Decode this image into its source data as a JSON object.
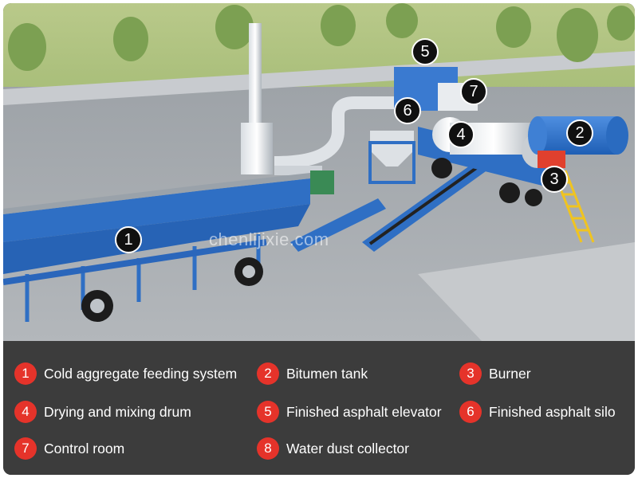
{
  "watermark": "chenlijixie.com",
  "colors": {
    "badge": "#e5332a",
    "legend_bg": "#3c3c3c",
    "marker_bg": "#101010",
    "machine_blue": "#2f6fc4"
  },
  "markers": [
    "1",
    "2",
    "3",
    "4",
    "5",
    "6",
    "7"
  ],
  "legend": [
    {
      "number": "1",
      "label": "Cold aggregate feeding system"
    },
    {
      "number": "2",
      "label": "Bitumen tank"
    },
    {
      "number": "3",
      "label": "Burner"
    },
    {
      "number": "4",
      "label": "Drying and mixing drum"
    },
    {
      "number": "5",
      "label": "Finished asphalt elevator"
    },
    {
      "number": "6",
      "label": "Finished asphalt silo"
    },
    {
      "number": "7",
      "label": "Control room"
    },
    {
      "number": "8",
      "label": "Water dust collector"
    }
  ]
}
